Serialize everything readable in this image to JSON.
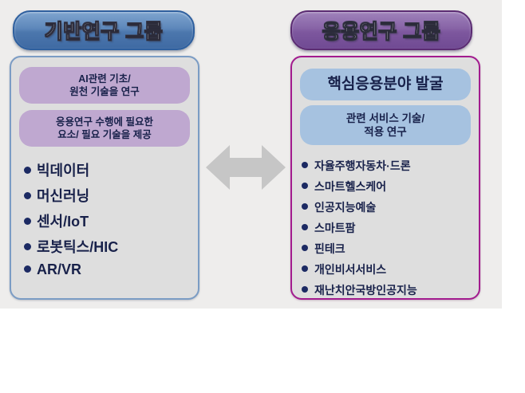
{
  "diagram": {
    "title_basic": "기반연구 그룹",
    "title_applied": "응용연구 그룹",
    "colors": {
      "backdrop": "#eeedec",
      "panel_fill": "#dedede",
      "basic_pill": "#4c77ad",
      "basic_pill_border": "#2e5f9e",
      "basic_panel_border": "#7b9cc4",
      "applied_pill": "#7d579e",
      "applied_pill_border": "#5b2c72",
      "applied_panel_border": "#a21b8e",
      "subbox_purple": "#bfa8d0",
      "subbox_blue": "#a6c2e0",
      "text_navy": "#18214a",
      "bullet_dot": "#1c2a63",
      "arrow_gray": "#c6c6c6"
    },
    "arrow_icon": "double-headed-horizontal-arrow"
  },
  "basic_group": {
    "boxes": [
      {
        "lines": [
          "AI관련 기초/",
          "원천 기술을 연구"
        ]
      },
      {
        "lines": [
          "응용연구 수행에 필요한",
          "요소/ 필요 기술을 제공"
        ]
      }
    ],
    "bullets": [
      "빅데이터",
      "머신러닝",
      "센서/IoT",
      "로봇틱스/HIC",
      "AR/VR"
    ]
  },
  "applied_group": {
    "boxes": [
      {
        "lines": [
          "핵심응용분야 발굴"
        ]
      },
      {
        "lines": [
          "관련 서비스 기술/",
          "적용 연구"
        ]
      }
    ],
    "bullets": [
      "자율주행자동차·드론",
      "스마트헬스케어",
      "인공지능예술",
      "스마트팜",
      "핀테크",
      "개인비서서비스",
      "재난치안국방인공지능"
    ]
  }
}
